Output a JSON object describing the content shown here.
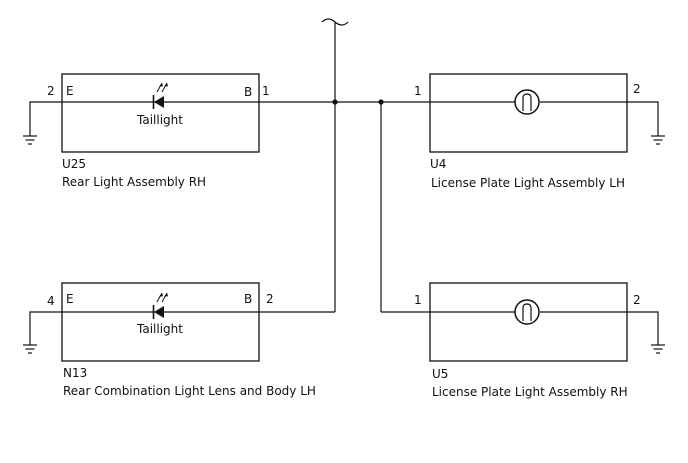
{
  "components": {
    "u25": {
      "ref": "U25",
      "name": "Rear Light Assembly RH",
      "pin_left": "2",
      "pin_right": "1",
      "term_left": "E",
      "term_right": "B",
      "element": "Taillight",
      "element_icon": "led-icon"
    },
    "n13": {
      "ref": "N13",
      "name": "Rear Combination Light Lens and Body LH",
      "pin_left": "4",
      "pin_right": "2",
      "term_left": "E",
      "term_right": "B",
      "element": "Taillight",
      "element_icon": "led-icon"
    },
    "u4": {
      "ref": "U4",
      "name": "License Plate Light Assembly LH",
      "pin_left": "1",
      "pin_right": "2",
      "element_icon": "lamp-icon"
    },
    "u5": {
      "ref": "U5",
      "name": "License Plate Light Assembly RH",
      "pin_left": "1",
      "pin_right": "2",
      "element_icon": "lamp-icon"
    }
  },
  "symbols": {
    "ground": "ground-icon",
    "continuation": "wire-break-icon",
    "junction": "junction-dot"
  }
}
